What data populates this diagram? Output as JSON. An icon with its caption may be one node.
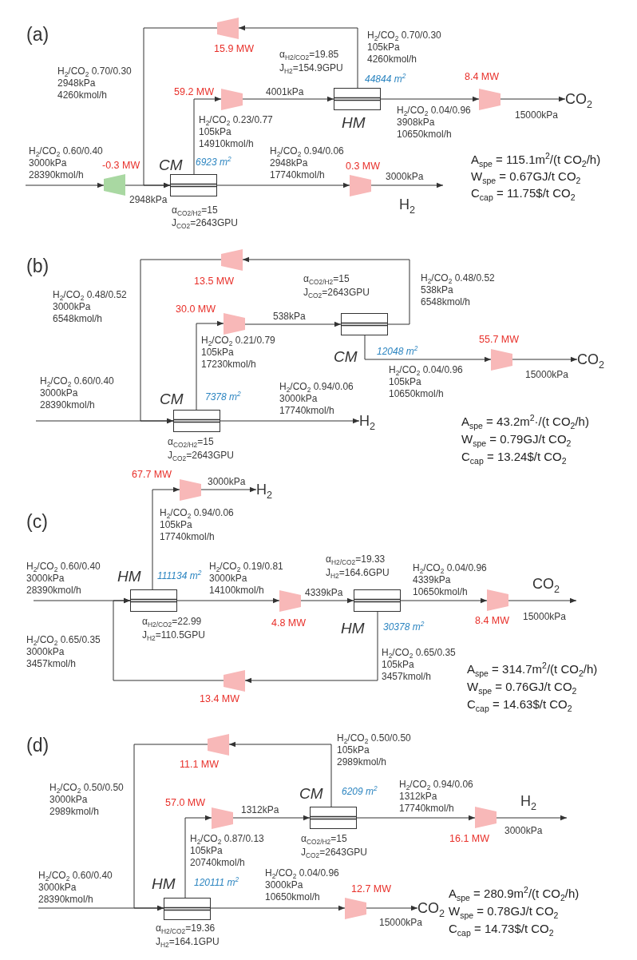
{
  "diagram": {
    "nodes": [
      {
        "text": [],
        "shape": "trapezoid",
        "beside": [
          "-0.3 MW"
        ]
      },
      {
        "text": [
          "CM"
        ],
        "beside": [
          "6923 m$^{2}$",
          "α$_{CO2/H2}$=15",
          "J$_{CO2}$=2643GPU"
        ]
      },
      {
        "text": [],
        "shape": "trapezoid",
        "beside": [
          "59.2 MW"
        ]
      },
      {
        "text": [
          "HM"
        ],
        "beside": [
          "44844 m$^{2}$",
          "α$_{H2/CO2}$=19.85",
          "J$_{H2}$=154.9GPU"
        ]
      },
      {
        "text": [],
        "shape": "trapezoid",
        "beside": [
          "8.4 MW"
        ]
      },
      {
        "text": [],
        "shape": "trapezoid",
        "beside": [
          "15.9 MW"
        ]
      },
      {
        "text": [],
        "shape": "trapezoid",
        "beside": [
          "0.3 MW"
        ]
      },
      {
        "text": [
          "CM"
        ],
        "beside": [
          "7378 m$^{2}$",
          "α$_{CO2/H2}$=15",
          "J$_{CO2}$=2643GPU"
        ]
      },
      {
        "text": [],
        "shape": "trapezoid",
        "beside": [
          "30.0 MW"
        ]
      },
      {
        "text": [
          "CM"
        ],
        "beside": [
          "12048 m$^{2}$",
          "α$_{CO2/H2}$=15",
          "J$_{CO2}$=2643GPU"
        ]
      },
      {
        "text": [],
        "shape": "trapezoid",
        "beside": [
          "55.7 MW"
        ]
      },
      {
        "text": [],
        "shape": "trapezoid",
        "beside": [
          "13.5 MW"
        ]
      },
      {
        "text": [
          "H$_{2}$"
        ]
      },
      {
        "text": [
          "HM"
        ],
        "beside": [
          "111134 m$^{2}$",
          "α$_{H2/CO2}$=22.99",
          "J$_{H2}$=110.5GPU"
        ]
      },
      {
        "text": [],
        "shape": "trapezoid",
        "beside": [
          "67.7 MW"
        ]
      },
      {
        "text": [
          "H$_{2}$"
        ]
      },
      {
        "text": [],
        "shape": "trapezoid",
        "beside": [
          "4.8 MW"
        ]
      },
      {
        "text": [
          "HM"
        ],
        "beside": [
          "30378 m$^{2}$",
          "α$_{H2/CO2}$=19.33",
          "J$_{H2}$=164.6GPU"
        ]
      },
      {
        "text": [],
        "shape": "trapezoid",
        "beside": [
          "8.4 MW"
        ]
      },
      {
        "text": [],
        "shape": "trapezoid",
        "beside": [
          "13.4 MW"
        ]
      },
      {
        "text": [
          "HM"
        ],
        "beside": [
          "120111 m$^{2}$",
          "α$_{H2/CO2}$=19.36",
          "J$_{H2}$=164.1GPU"
        ]
      },
      {
        "text": [],
        "shape": "trapezoid",
        "beside": [
          "57.0 MW"
        ]
      },
      {
        "text": [
          "CM"
        ],
        "beside": [
          "6209 m$^{2}$",
          "α$_{CO2/H2}$=15",
          "J$_{CO2}$=2643GPU"
        ]
      },
      {
        "text": [],
        "shape": "trapezoid",
        "beside": [
          "16.1 MW"
        ]
      },
      {
        "text": [],
        "shape": "trapezoid",
        "beside": [
          "11.1 MW"
        ]
      },
      {
        "text": [],
        "shape": "trapezoid",
        "beside": [
          "12.7 MW"
        ]
      },
      {
        "text": [
          "CO$_{2}$"
        ]
      },
      {
        "text": [
          "CO$_{2}$"
        ]
      },
      {
        "text": [
          "CO$_{2}$"
        ]
      }
    ],
    "edges": [
      {
        "from": null,
        "to": 0,
        "arrow": "to",
        "label": "H$_{2}$/CO$_{2}$ 0.60/0.40 3000kPa 28390kmol/h"
      },
      {
        "from": 0,
        "to": 1,
        "arrow": "to",
        "label": "2948kPa"
      },
      {
        "from": 5,
        "to": 1,
        "arrow": "to",
        "label": "H$_{2}$/CO$_{2}$ 0.70/0.30 2948kPa 4260kmol/h"
      },
      {
        "from": 1,
        "to": 2,
        "arrow": "to",
        "label": "H$_{2}$/CO$_{2}$ 0.23/0.77 105kPa 14910kmol/h"
      },
      {
        "from": 2,
        "to": 3,
        "arrow": "to",
        "label": "4001kPa"
      },
      {
        "from": 3,
        "to": 4,
        "arrow": "to",
        "label": "H$_{2}$/CO$_{2}$ 0.04/0.96 3908kPa 10650kmol/h"
      },
      {
        "from": 4,
        "to": 26,
        "arrow": "to",
        "label": "15000kPa"
      },
      {
        "from": 3,
        "to": 5,
        "arrow": "to",
        "label": "H$_{2}$/CO$_{2}$ 0.70/0.30 105kPa 4260kmol/h"
      },
      {
        "from": 1,
        "to": 6,
        "arrow": "to",
        "label": "H$_{2}$/CO$_{2}$ 0.94/0.06 2948kPa 17740kmol/h"
      },
      {
        "from": 6,
        "to": null,
        "arrow": "to",
        "label": "3000kPa"
      },
      {
        "from": null,
        "to": 7,
        "arrow": "to",
        "label": "H$_{2}$/CO$_{2}$ 0.60/0.40 3000kPa 28390kmol/h"
      },
      {
        "from": 11,
        "to": 7,
        "arrow": "to",
        "label": "H$_{2}$/CO$_{2}$ 0.48/0.52 3000kPa 6548kmol/h"
      },
      {
        "from": 7,
        "to": 8,
        "arrow": "to",
        "label": "H$_{2}$/CO$_{2}$ 0.21/0.79 105kPa 17230kmol/h"
      },
      {
        "from": 8,
        "to": 9,
        "arrow": "to",
        "label": "538kPa"
      },
      {
        "from": 9,
        "to": 11,
        "arrow": "to",
        "label": "H$_{2}$/CO$_{2}$ 0.48/0.52 538kPa 6548kmol/h"
      },
      {
        "from": 9,
        "to": 10,
        "arrow": "to",
        "label": "H$_{2}$/CO$_{2}$ 0.04/0.96 105kPa 10650kmol/h"
      },
      {
        "from": 10,
        "to": 27,
        "arrow": "to",
        "label": "15000kPa"
      },
      {
        "from": 7,
        "to": 12,
        "arrow": "to",
        "label": "H$_{2}$/CO$_{2}$ 0.94/0.06 3000kPa 17740kmol/h"
      },
      {
        "from": null,
        "to": 13,
        "arrow": "to",
        "label": "H$_{2}$/CO$_{2}$ 0.60/0.40 3000kPa 28390kmol/h"
      },
      {
        "from": 19,
        "to": 13,
        "arrow": "to",
        "label": "H$_{2}$/CO$_{2}$ 0.65/0.35 3000kPa 3457kmol/h"
      },
      {
        "from": 13,
        "to": 14,
        "arrow": "to",
        "label": "H$_{2}$/CO$_{2}$ 0.94/0.06 105kPa 17740kmol/h"
      },
      {
        "from": 14,
        "to": 15,
        "arrow": "to",
        "label": "3000kPa"
      },
      {
        "from": 13,
        "to": 16,
        "arrow": "to",
        "label": "H$_{2}$/CO$_{2}$ 0.19/0.81 3000kPa 14100kmol/h"
      },
      {
        "from": 16,
        "to": 17,
        "arrow": "to",
        "label": "4339kPa"
      },
      {
        "from": 17,
        "to": 18,
        "arrow": "to",
        "label": "H$_{2}$/CO$_{2}$ 0.04/0.96 4339kPa 10650kmol/h"
      },
      {
        "from": 18,
        "to": null,
        "arrow": "to",
        "label": "15000kPa"
      },
      {
        "from": 17,
        "to": 19,
        "arrow": "to",
        "label": "H$_{2}$/CO$_{2}$ 0.65/0.35 105kPa 3457kmol/h"
      },
      {
        "from": null,
        "to": 20,
        "arrow": "to",
        "label": "H$_{2}$/CO$_{2}$ 0.60/0.40 3000kPa 28390kmol/h"
      },
      {
        "from": 24,
        "to": 20,
        "arrow": "to",
        "label": "H$_{2}$/CO$_{2}$ 0.50/0.50 3000kPa 2989kmol/h"
      },
      {
        "from": 20,
        "to": 21,
        "arrow": "to",
        "label": "H$_{2}$/CO$_{2}$ 0.87/0.13 105kPa 20740kmol/h"
      },
      {
        "from": 21,
        "to": 22,
        "arrow": "to",
        "label": "1312kPa"
      },
      {
        "from": 22,
        "to": 23,
        "arrow": "to",
        "label": "H$_{2}$/CO$_{2}$ 0.94/0.06 1312kPa 17740kmol/h"
      },
      {
        "from": 23,
        "to": null,
        "arrow": "to",
        "label": "3000kPa"
      },
      {
        "from": 22,
        "to": 24,
        "arrow": "to",
        "label": "H$_{2}$/CO$_{2}$ 0.50/0.50 105kPa 2989kmol/h"
      },
      {
        "from": 20,
        "to": 25,
        "arrow": "to",
        "label": "H$_{2}$/CO$_{2}$ 0.04/0.96 3000kPa 10650kmol/h"
      },
      {
        "from": 25,
        "to": 28,
        "arrow": "to",
        "label": "15000kPa"
      }
    ],
    "labels": [
      "(a)",
      "H$_{2}$",
      "A$_{spe}$ = 115.1m$^{2}$/(t CO$_{2}$/h)",
      "W$_{spe}$ = 0.67GJ/t CO$_{2}$",
      "C$_{cap}$ = 11.75$/t CO$_{2}$",
      "(b)",
      "A$_{spe}$ = 43.2m$^{2}$·/(t CO$_{2}$/h)",
      "W$_{spe}$ = 0.79GJ/t CO$_{2}$",
      "C$_{cap}$ = 13.24$/t CO$_{2}$",
      "(c)",
      "CO$_{2}$",
      "A$_{spe}$ = 314.7m$^{2}$/(t CO$_{2}$/h)",
      "W$_{spe}$ = 0.76GJ/t CO$_{2}$",
      "C$_{cap}$ = 14.63$/t CO$_{2}$",
      "(d)",
      "H$_{2}$",
      "A$_{spe}$ = 280.9m$^{2}$/(t CO$_{2}$/h)",
      "W$_{spe}$ = 0.78GJ/t CO$_{2}$",
      "C$_{cap}$ = 14.73$/t CO$_{2}$"
    ]
  }
}
